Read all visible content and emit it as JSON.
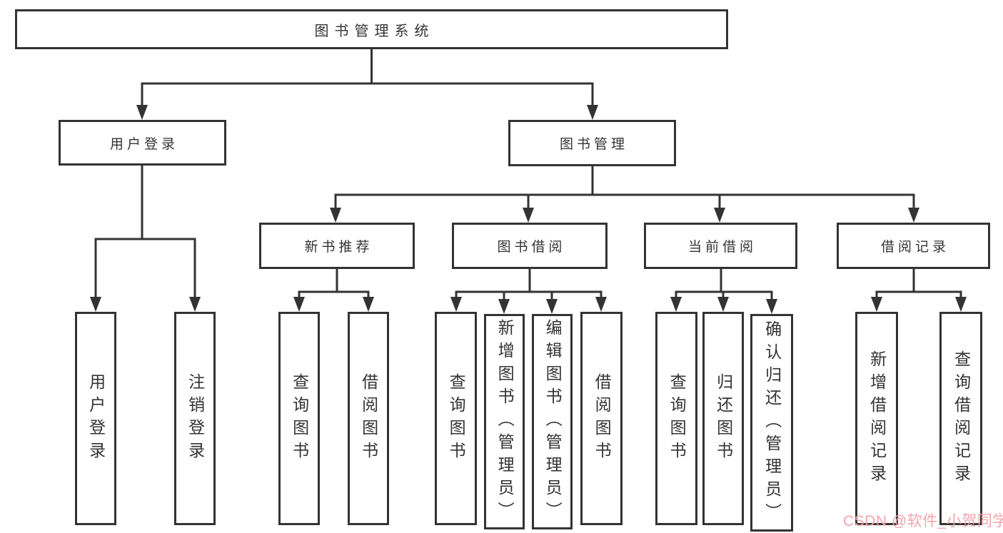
{
  "diagram": {
    "line_color": "#333333",
    "background_color": "#ffffff",
    "root": {
      "label": "图书管理系统"
    },
    "branches": [
      {
        "label": "用户登录",
        "children": [
          {
            "label": "用户登录"
          },
          {
            "label": "注销登录"
          }
        ]
      },
      {
        "label": "图书管理",
        "children": [
          {
            "label": "新书推荐",
            "children": [
              {
                "label": "查询图书"
              },
              {
                "label": "借阅图书"
              }
            ]
          },
          {
            "label": "图书借阅",
            "children": [
              {
                "label": "查询图书"
              },
              {
                "label": "新增图书（管理员）"
              },
              {
                "label": "编辑图书（管理员）"
              },
              {
                "label": "借阅图书"
              }
            ]
          },
          {
            "label": "当前借阅",
            "children": [
              {
                "label": "查询图书"
              },
              {
                "label": "归还图书"
              },
              {
                "label": "确认归还（管理员）"
              }
            ]
          },
          {
            "label": "借阅记录",
            "children": [
              {
                "label": "新增借阅记录"
              },
              {
                "label": "查询借阅记录"
              }
            ]
          }
        ]
      }
    ]
  },
  "watermark": {
    "text": "CSDN @软件_小贺同学",
    "color": "#F2A4AC"
  }
}
